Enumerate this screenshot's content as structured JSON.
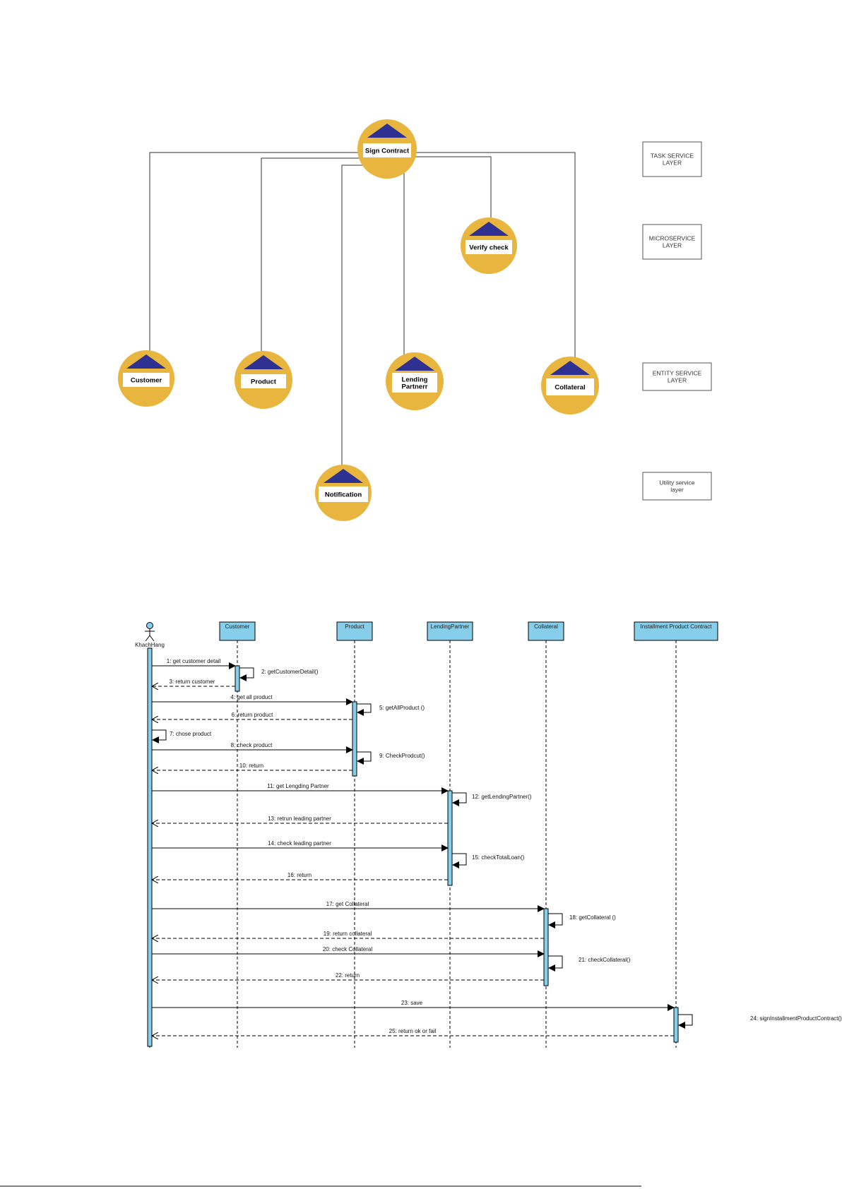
{
  "service_diagram": {
    "nodes": [
      {
        "id": "sign-contract",
        "lines": [
          "Sign Contract"
        ]
      },
      {
        "id": "verify-check",
        "lines": [
          "Verify  check"
        ]
      },
      {
        "id": "customer",
        "lines": [
          "Customer"
        ]
      },
      {
        "id": "product",
        "lines": [
          "Product"
        ]
      },
      {
        "id": "lending-partner",
        "lines": [
          "Lending",
          "Partnerr"
        ]
      },
      {
        "id": "collateral",
        "lines": [
          "Collateral"
        ]
      },
      {
        "id": "notification",
        "lines": [
          "Notification"
        ]
      }
    ],
    "layers": [
      {
        "id": "task-service",
        "lines": [
          "TASK SERVICE",
          "LAYER"
        ]
      },
      {
        "id": "microservice",
        "lines": [
          "MICROSERVICE",
          "LAYER"
        ]
      },
      {
        "id": "entity-service",
        "lines": [
          "ENTITY SERVICE",
          "LAYER"
        ]
      },
      {
        "id": "utility-service",
        "lines": [
          "Utility service",
          "layer"
        ]
      }
    ],
    "colors": {
      "node_fill": "#e8b53e",
      "triangle": "#2e3192",
      "label_bg": "#ffffff"
    }
  },
  "sequence_diagram": {
    "actor": "KhachHang",
    "lifelines": [
      "Customer",
      "Product",
      "LendingPartner",
      "Collateral",
      "Installment Product Contract"
    ],
    "messages": [
      {
        "label": "1: get customer detail"
      },
      {
        "label": "2: getCustomerDetail()"
      },
      {
        "label": "3: return customer"
      },
      {
        "label": "4: get all product"
      },
      {
        "label": "5: getAllProduct ()"
      },
      {
        "label": "6: return product"
      },
      {
        "label": "7: chose product"
      },
      {
        "label": "8: check product"
      },
      {
        "label": "9: CheckProdcut()"
      },
      {
        "label": "10: return"
      },
      {
        "label": "11: get Lengding Partner"
      },
      {
        "label": "12: getLendingPartner()"
      },
      {
        "label": "13: retrun leading partner"
      },
      {
        "label": "14: check leading partner"
      },
      {
        "label": "15: checkTotalLoan()"
      },
      {
        "label": "16: return"
      },
      {
        "label": "17: get Collateral"
      },
      {
        "label": "18: getCollateral ()"
      },
      {
        "label": "19: return collateral"
      },
      {
        "label": "20: check Collateral"
      },
      {
        "label": "21: checkCollateral()"
      },
      {
        "label": "22: return"
      },
      {
        "label": "23: save"
      },
      {
        "label": "24: signInstallmentProductContract()"
      },
      {
        "label": "25: return ok or fail"
      }
    ],
    "colors": {
      "lifeline_fill": "#87ceeb",
      "activation_fill": "#87ceeb"
    }
  }
}
